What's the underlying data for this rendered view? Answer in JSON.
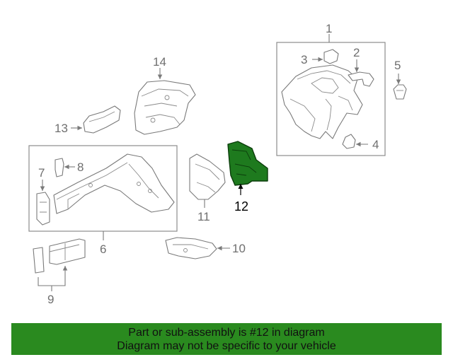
{
  "diagram": {
    "highlight_color": "#1e7a1e",
    "highlighted_part": "12",
    "callouts": {
      "c1": "1",
      "c2": "2",
      "c3": "3",
      "c4": "4",
      "c5": "5",
      "c6": "6",
      "c7": "7",
      "c8": "8",
      "c9": "9",
      "c10": "10",
      "c11": "11",
      "c12": "12",
      "c13": "13",
      "c14": "14"
    }
  },
  "banner": {
    "color": "#2a8a1f",
    "line1": "Part or sub-assembly is #12 in diagram",
    "line2": "Diagram may not be specific to your vehicle"
  }
}
